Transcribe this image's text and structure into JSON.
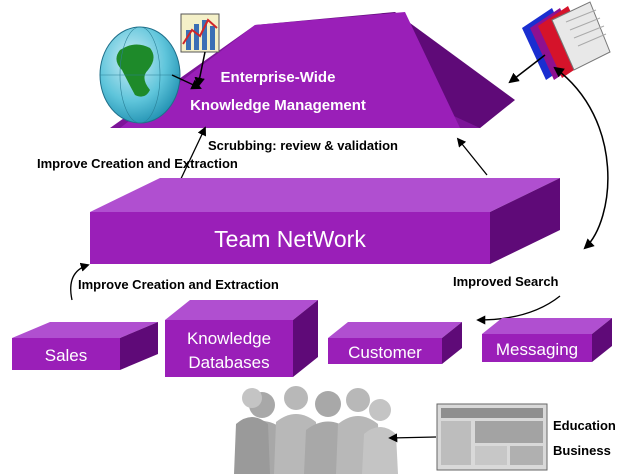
{
  "roof": {
    "line1": "Enterprise-Wide",
    "line2": "Knowledge Management"
  },
  "labels": {
    "scrubbing": "Scrubbing: review & validation",
    "improve_top": "Improve Creation and Extraction",
    "improve_bottom": "Improve Creation and Extraction",
    "improved_search": "Improved Search",
    "education_line1": "Education",
    "education_line2": "Business"
  },
  "team_box": {
    "label": "Team NetWork"
  },
  "boxes": {
    "sales": "Sales",
    "knowledge_line1": "Knowledge",
    "knowledge_line2": "Databases",
    "customer": "Customer",
    "messaging": "Messaging"
  },
  "colors": {
    "purple": "#9a1fb8",
    "purple_dark": "#5f0a78",
    "purple_mid": "#7d1599",
    "purple_light": "#b04fd0"
  }
}
